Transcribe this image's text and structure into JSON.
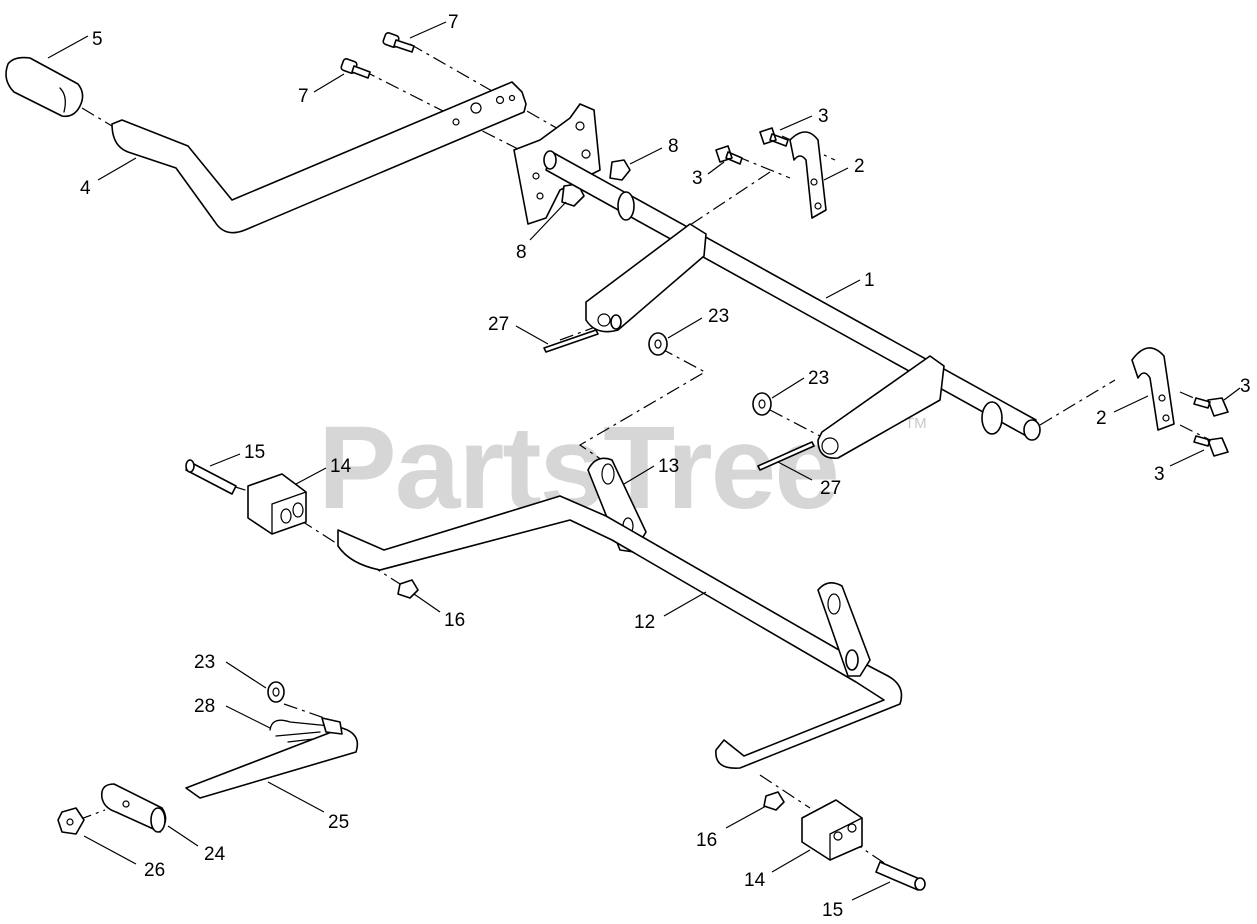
{
  "watermark": {
    "text": "PartsTree",
    "trademark": "TM"
  },
  "callouts": [
    {
      "label": "5"
    },
    {
      "label": "7"
    },
    {
      "label": "7"
    },
    {
      "label": "4"
    },
    {
      "label": "8"
    },
    {
      "label": "8"
    },
    {
      "label": "3"
    },
    {
      "label": "3"
    },
    {
      "label": "2"
    },
    {
      "label": "1"
    },
    {
      "label": "27"
    },
    {
      "label": "23"
    },
    {
      "label": "23"
    },
    {
      "label": "3"
    },
    {
      "label": "2"
    },
    {
      "label": "3"
    },
    {
      "label": "27"
    },
    {
      "label": "15"
    },
    {
      "label": "14"
    },
    {
      "label": "13"
    },
    {
      "label": "16"
    },
    {
      "label": "12"
    },
    {
      "label": "23"
    },
    {
      "label": "28"
    },
    {
      "label": "25"
    },
    {
      "label": "24"
    },
    {
      "label": "26"
    },
    {
      "label": "16"
    },
    {
      "label": "14"
    },
    {
      "label": "15"
    }
  ]
}
